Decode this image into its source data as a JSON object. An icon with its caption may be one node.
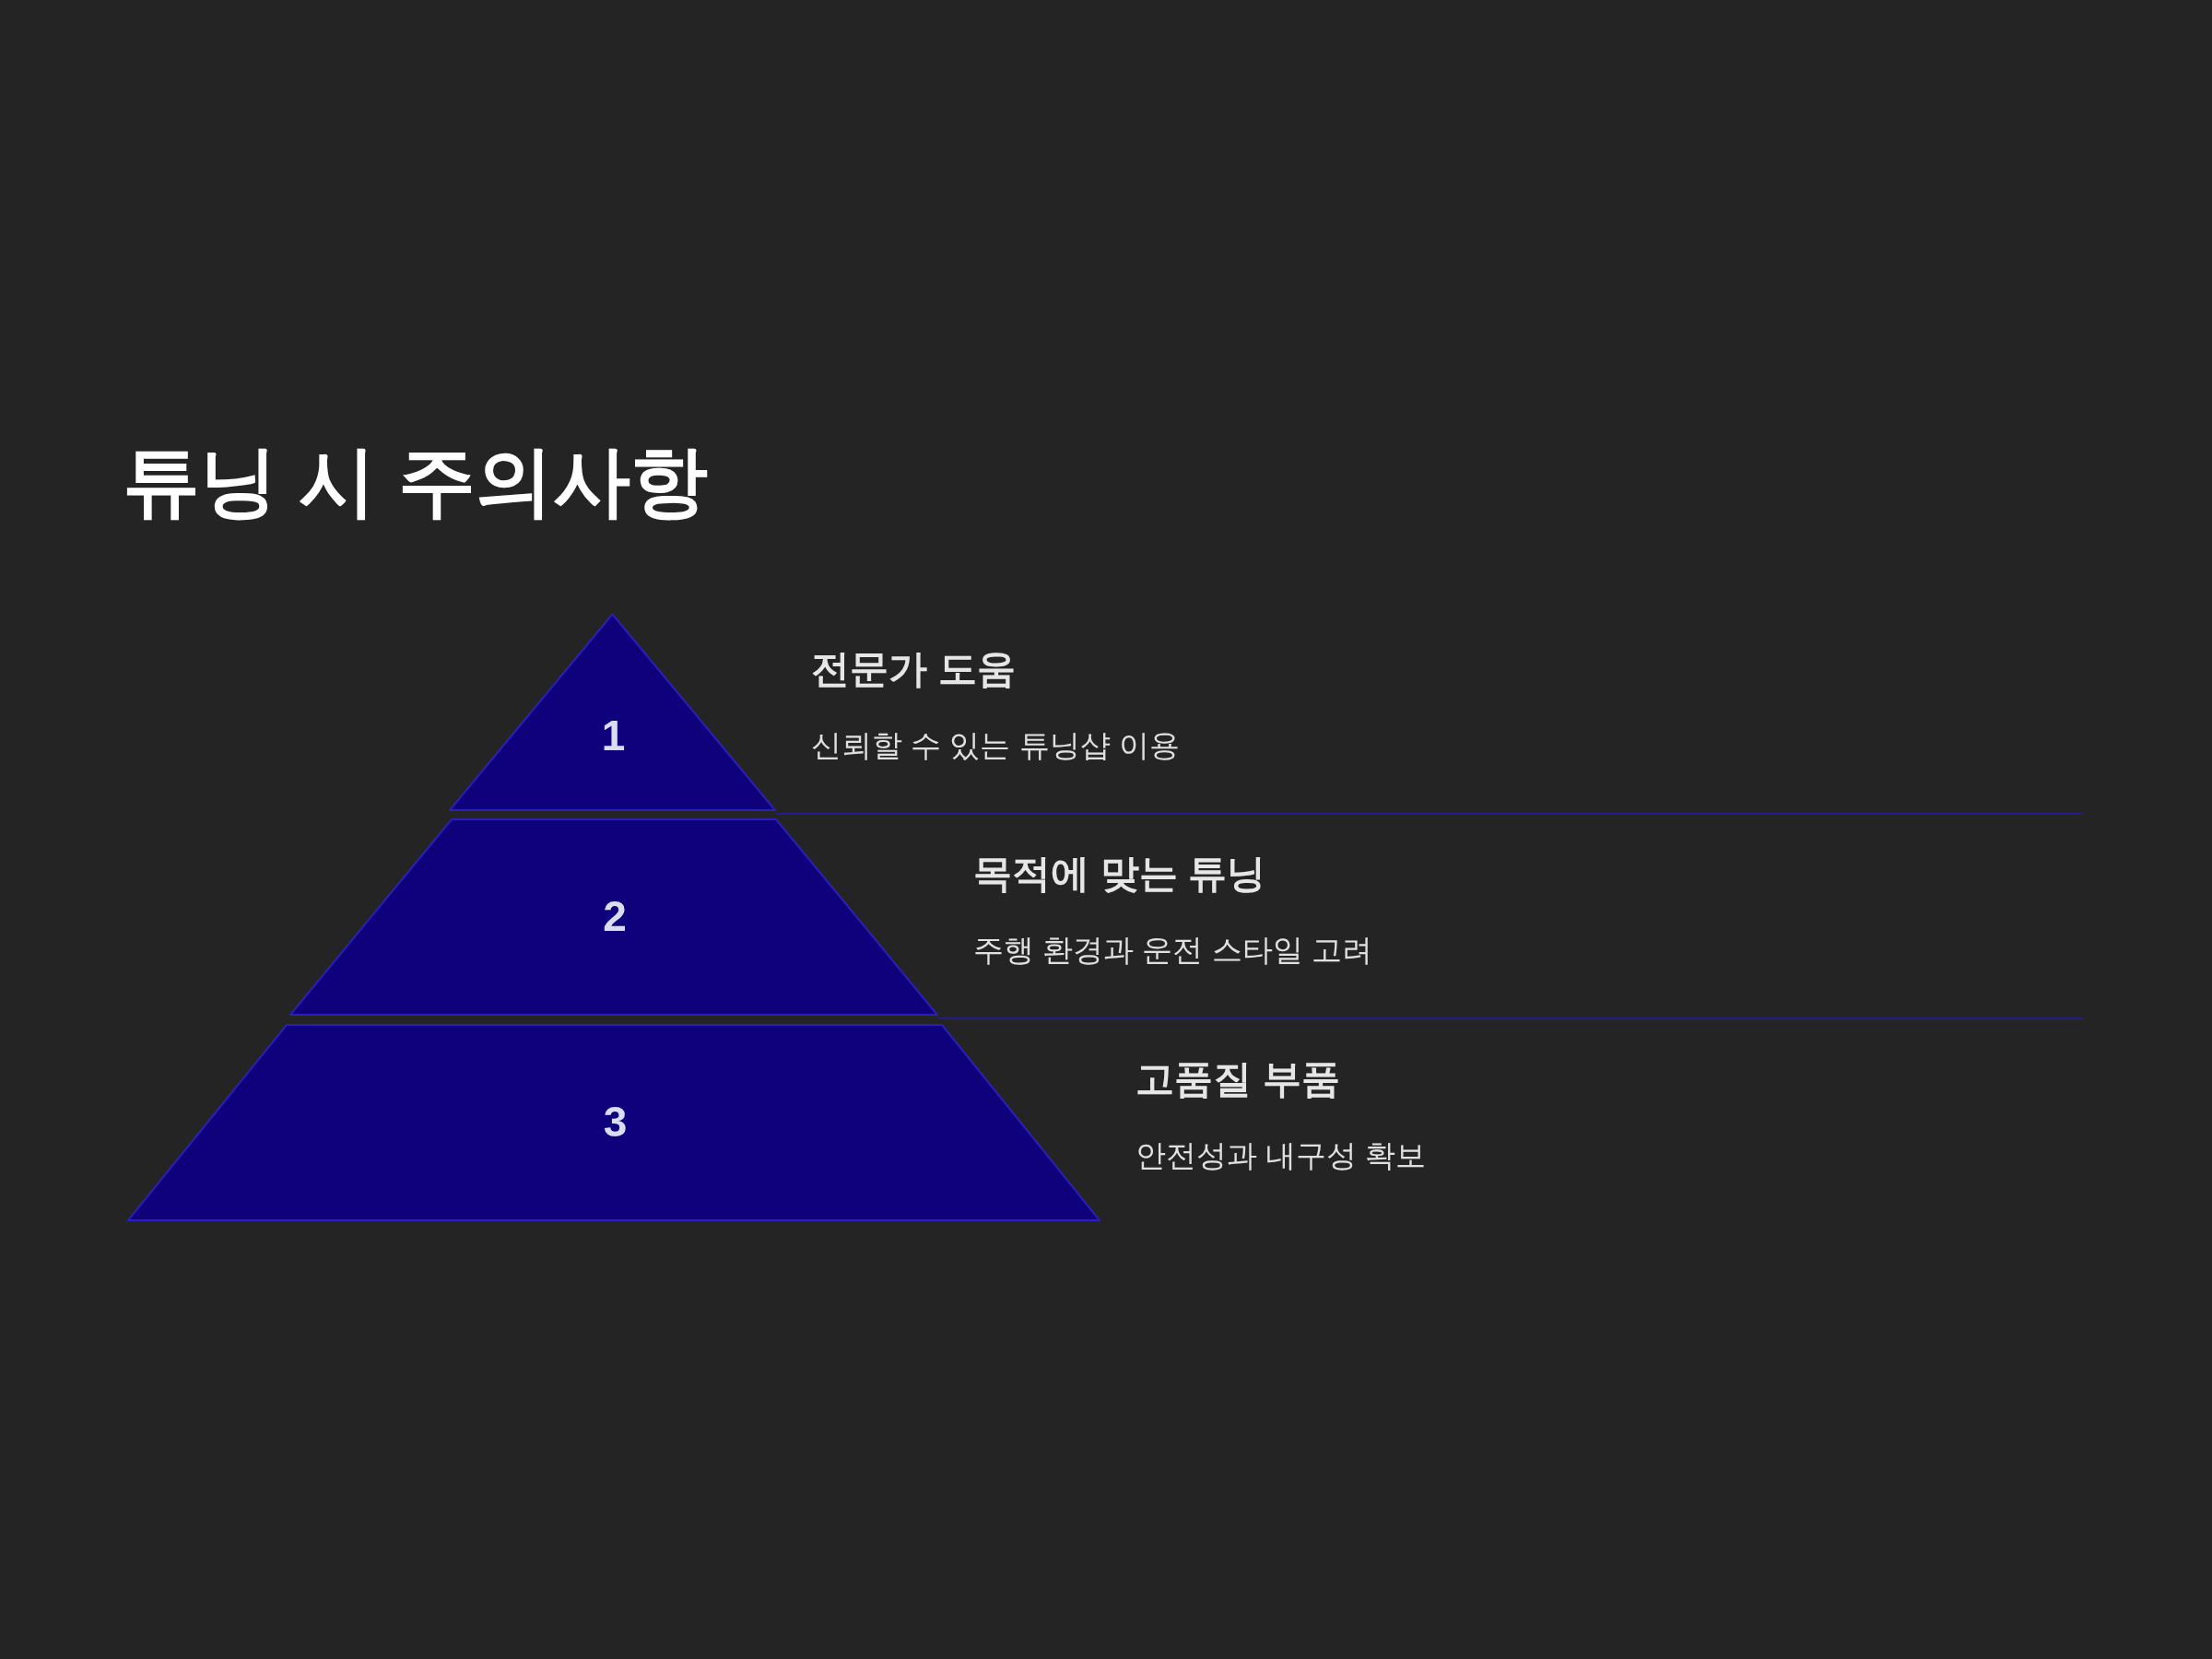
{
  "diagram": {
    "title": "튜닝 시 주의사항",
    "nodes": [
      {
        "text": [
          "1"
        ],
        "beside": [
          "전문가 도움",
          "신뢰할 수 있는 튜닝샵 이용"
        ]
      },
      {
        "text": [
          "2"
        ],
        "beside": [
          "목적에 맞는 튜닝",
          "주행 환경과 운전 스타일 고려"
        ]
      },
      {
        "text": [
          "3"
        ],
        "beside": [
          "고품질 부품",
          "안전성과 내구성 확보"
        ]
      }
    ],
    "edges": []
  }
}
